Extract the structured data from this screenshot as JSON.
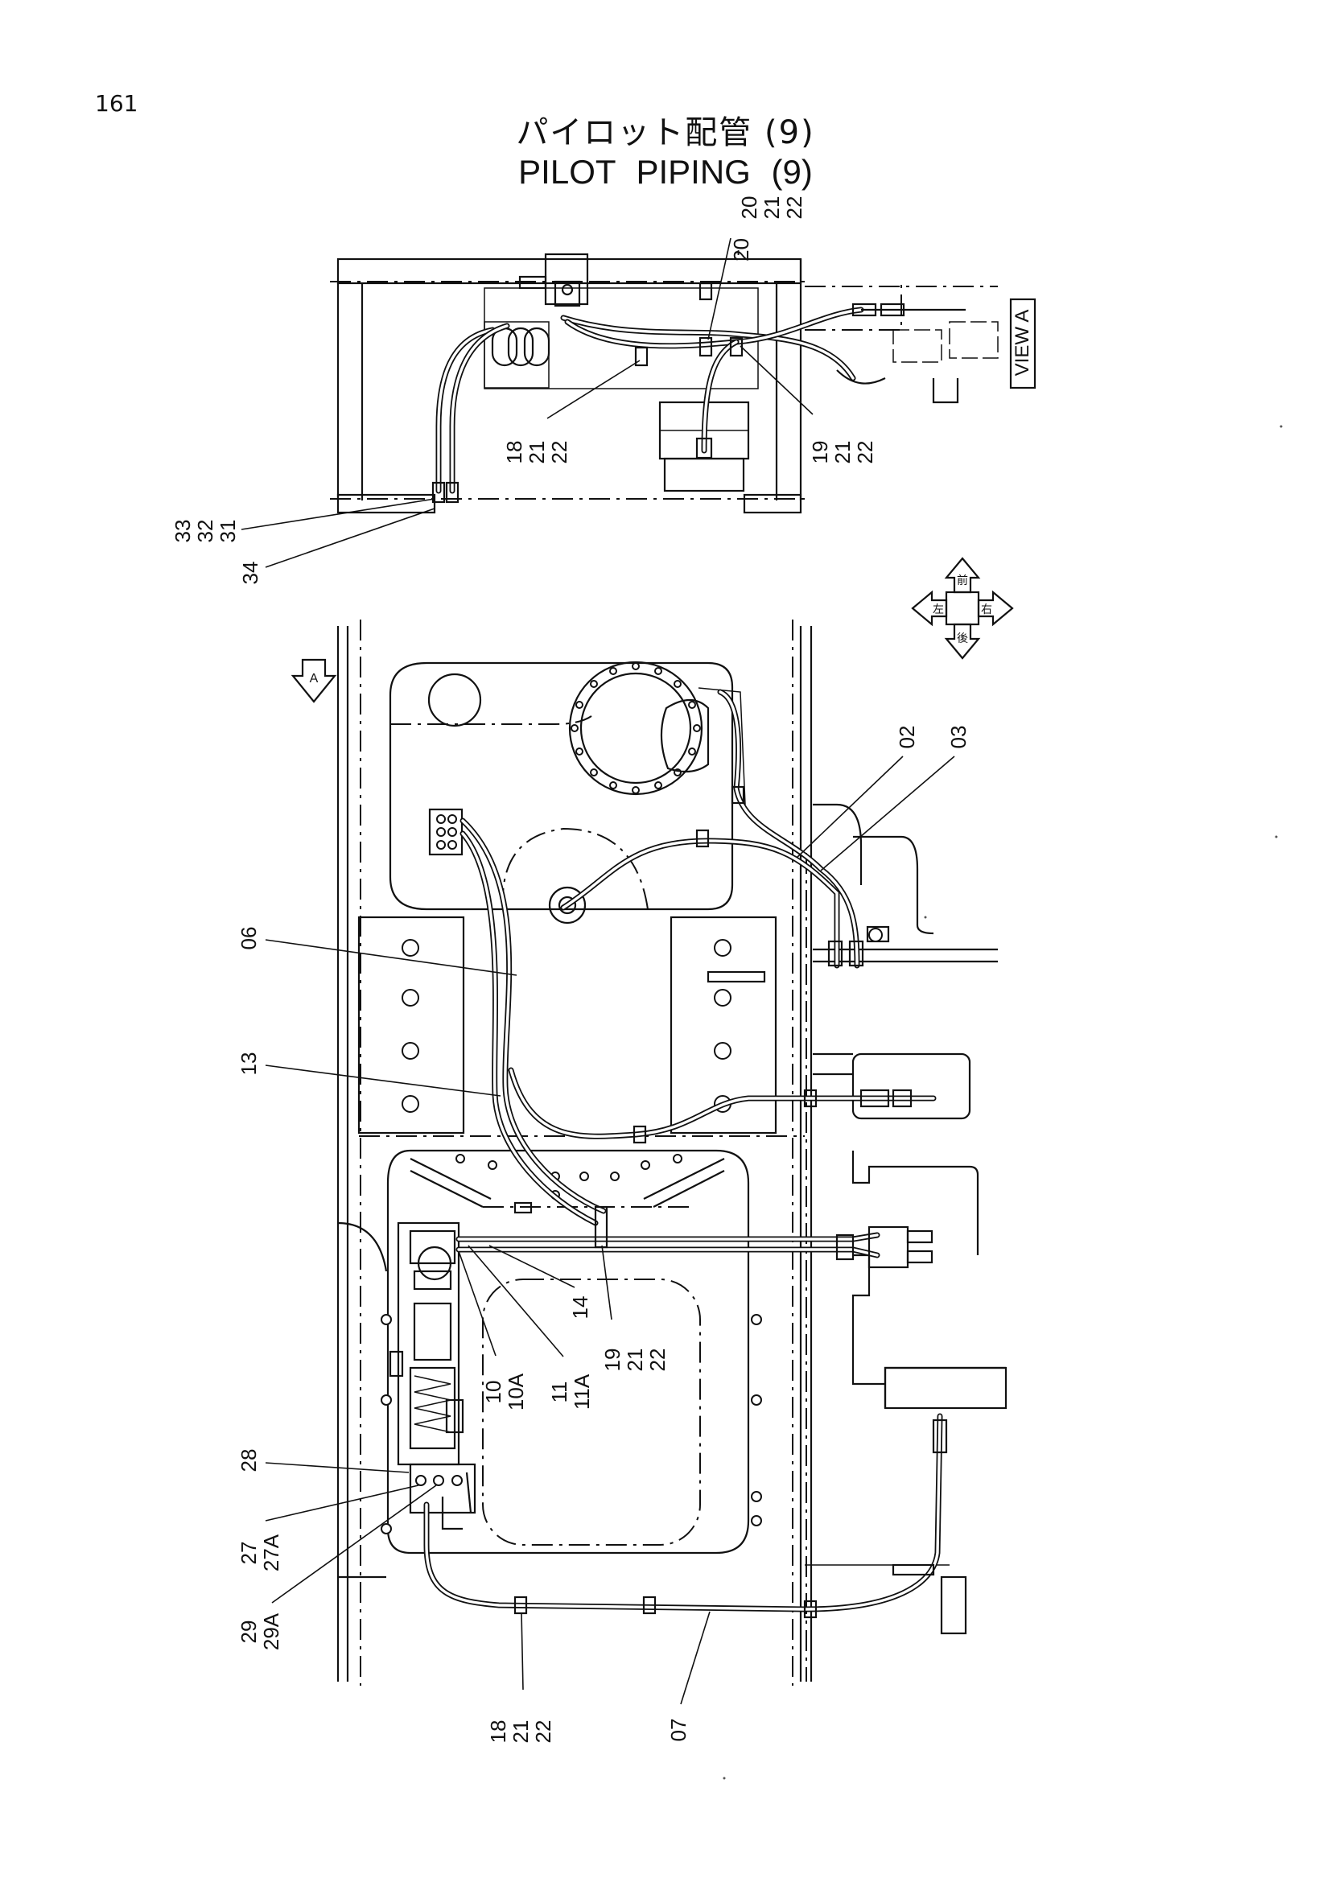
{
  "page_number": "161",
  "title_jp": "パイロット配管 (9)",
  "title_en": "PILOT PIPING (9)",
  "view_label": "VIEW A",
  "view_marker": "A",
  "compass": [
    "前",
    "後",
    "左",
    "右"
  ],
  "callouts": [
    {
      "id": "c20",
      "lines": [
        "20",
        "21",
        "22"
      ]
    },
    {
      "id": "c18-top",
      "lines": [
        "18",
        "21",
        "22"
      ]
    },
    {
      "id": "c19-top",
      "lines": [
        "19",
        "21",
        "22"
      ]
    },
    {
      "id": "c33",
      "lines": [
        "33",
        "32",
        "31"
      ]
    },
    {
      "id": "c34",
      "lines": [
        "34"
      ]
    },
    {
      "id": "c02",
      "lines": [
        "02"
      ]
    },
    {
      "id": "c03",
      "lines": [
        "03"
      ]
    },
    {
      "id": "c06",
      "lines": [
        "06"
      ]
    },
    {
      "id": "c13",
      "lines": [
        "13"
      ]
    },
    {
      "id": "c10",
      "lines": [
        "10",
        "10A"
      ]
    },
    {
      "id": "c11",
      "lines": [
        "11",
        "11A"
      ]
    },
    {
      "id": "c14",
      "lines": [
        "14"
      ]
    },
    {
      "id": "c19-bot",
      "lines": [
        "19",
        "21",
        "22"
      ]
    },
    {
      "id": "c28",
      "lines": [
        "28"
      ]
    },
    {
      "id": "c27",
      "lines": [
        "27",
        "27A"
      ]
    },
    {
      "id": "c29",
      "lines": [
        "29",
        "29A"
      ]
    },
    {
      "id": "c18-bot",
      "lines": [
        "18",
        "21",
        "22"
      ]
    },
    {
      "id": "c07",
      "lines": [
        "07"
      ]
    }
  ]
}
